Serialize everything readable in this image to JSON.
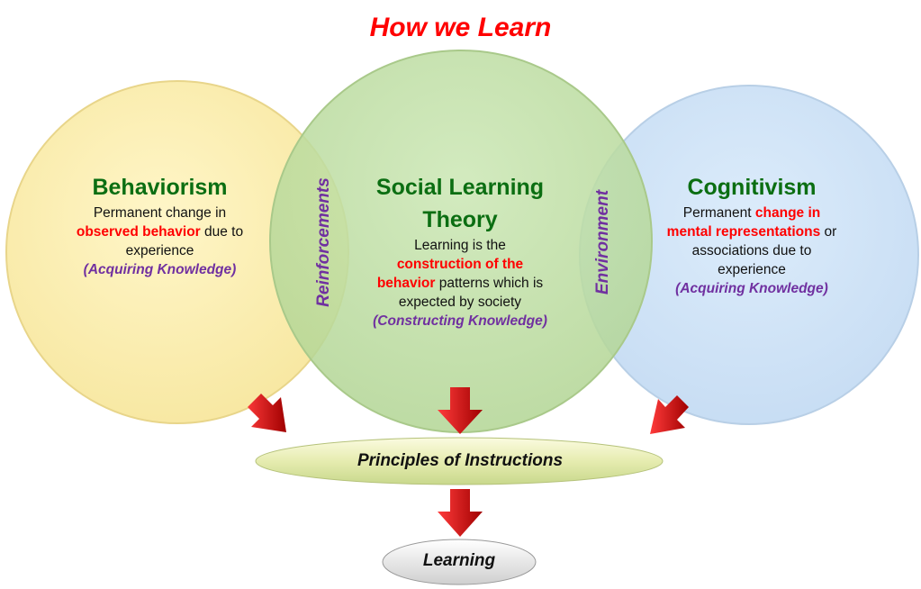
{
  "title": "How we Learn",
  "behaviorism": {
    "heading": "Behaviorism",
    "line1": "Permanent change in",
    "highlight": "observed behavior",
    "line2_rest": " due to",
    "line3": "experience",
    "note": "(Acquiring Knowledge)"
  },
  "social": {
    "heading_1": "Social Learning",
    "heading_2": "Theory",
    "line1": "Learning is the",
    "highlight_1": "construction of the",
    "highlight_2": "behavior",
    "line3_rest": " patterns which is",
    "line4": "expected by society",
    "note": "(Constructing Knowledge)"
  },
  "cognitivism": {
    "heading": "Cognitivism",
    "line1_pre": "Permanent ",
    "highlight_1": "change in",
    "highlight_2": "mental representations",
    "line2_rest": " or",
    "line3": "associations due to",
    "line4": "experience",
    "note": "(Acquiring Knowledge)"
  },
  "overlaps": {
    "left": "Reinforcements",
    "right": "Environment"
  },
  "principles": "Principles of Instructions",
  "learning": "Learning",
  "colors": {
    "yellow": "#fdf0b0",
    "green": "#c2e0a8",
    "blue": "#d3e6f9",
    "arrow": "#d40000",
    "title": "#ff0000"
  }
}
